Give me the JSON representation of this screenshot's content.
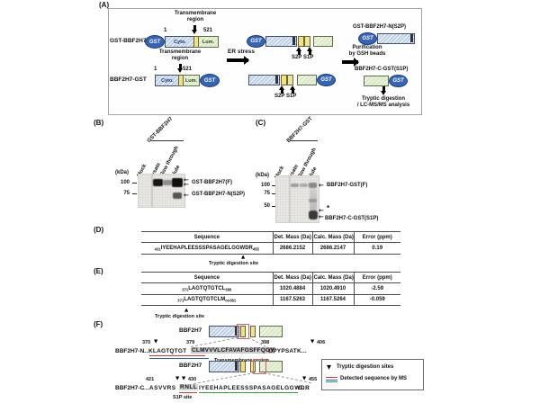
{
  "icons": {
    "up_triangle": "▲",
    "down_triangle": "▼",
    "left_arrow": "←"
  },
  "colors": {
    "gst_blue": "#3465b8",
    "cyto_blue": "#bcd0ea",
    "tm_yellow": "#f2e27e",
    "lum_green": "#dce9c6",
    "highlight_red": "#d06464",
    "detected_red": "#cf3a3a",
    "detected_blue": "#3b55c0",
    "detected_green": "#3a9e46"
  },
  "panelA": {
    "label": "(A)",
    "tm_line1": "Transmembrane",
    "tm_line2": "region",
    "gst": "GST",
    "construct1_name": "GST-BBF2H7",
    "construct2_name": "BBF2H7-GST",
    "aa_start": "1",
    "aa_end": "521",
    "cyto": "Cyto.",
    "lum": "Lum.",
    "er_stress": "ER stress",
    "s2p": "S2P",
    "s1p": "S1P",
    "purif_line1": "Purification",
    "purif_line2": "by GSH beads",
    "product_n": "GST-BBF2H7-N(S2P)",
    "product_c": "BBF2H7-C-GST(S1P)",
    "tryptic_line1": "Tryptic digestion",
    "tryptic_line2": "/ LC-MS/MS analysis"
  },
  "panelB": {
    "label": "(B)",
    "group": "GST-BBF2H7",
    "kda": "(kDa)",
    "markers": [
      "100",
      "75"
    ],
    "lanes": [
      "Mock",
      "lysate",
      "Flow through",
      "elute"
    ],
    "band1_label": "GST-BBF2H7(F)",
    "band2_label": "GST-BBF2H7-N(S2P)"
  },
  "panelC": {
    "label": "(C)",
    "group": "BBF2H7-GST",
    "kda": "(kDa)",
    "markers": [
      "100",
      "75",
      "50"
    ],
    "lanes": [
      "Mock",
      "lysate",
      "Flow through",
      "elute"
    ],
    "band1_label": "BBF2H7-GST(F)",
    "star": "*",
    "band2_label": "BBF2H7-C-GST(S1P)"
  },
  "panelD": {
    "label": "(D)",
    "headers": [
      "Sequence",
      "Det. Mass (Da)",
      "Calc. Mass (Da)",
      "Error (ppm)"
    ],
    "row": {
      "start": "431",
      "seq": "IYEEHAPLEESSSPASAGELGGWDR",
      "end": "455",
      "det": "2686.2152",
      "calc": "2686.2147",
      "err": "0.19"
    },
    "note": "Tryptic digestion site"
  },
  "panelE": {
    "label": "(E)",
    "headers": [
      "Sequence",
      "Det. Mass (Da)",
      "Calc. Mass (Da)",
      "Error (ppm)"
    ],
    "rows": [
      {
        "start": "371",
        "seq": "LAGTQTGTCL",
        "mod": "",
        "end": "380",
        "det": "1020.4884",
        "calc": "1020.4910",
        "err": "-2.59"
      },
      {
        "start": "371",
        "seq": "LAGTQTGTCLM",
        "mod": "ox",
        "end": "381",
        "det": "1167.5263",
        "calc": "1167.5264",
        "err": "-0.059"
      }
    ],
    "note": "Tryptic digestion site"
  },
  "panelF": {
    "label": "(F)",
    "protein": "BBF2H7",
    "n_name": "BBF2H7-N",
    "n_pos1": "370",
    "n_pos2": "379",
    "n_pos3": "398",
    "n_pos4": "406",
    "n_seq_pre": "...KLAGTQTGT",
    "n_seq_tm": "CLMVVVLCFAVAFGSFFQGY",
    "n_seq_post": "GPYPSATK...",
    "tm_label": "Transmembrane region",
    "c_name": "BBF2H7-C",
    "c_pos1": "421",
    "c_pos2": "430",
    "c_pos3": "455",
    "c_seq_pre": "...ASVVRS",
    "c_seq_s1p": "RNLL",
    "c_seq_det": "IYEEHAPLEESSSPASAGELGGWDR",
    "c_seq_post": "G...",
    "s1p_label": "S1P site",
    "legend_tryptic": "Tryptic digestion sites",
    "legend_detected": "Detected sequence by MS"
  }
}
